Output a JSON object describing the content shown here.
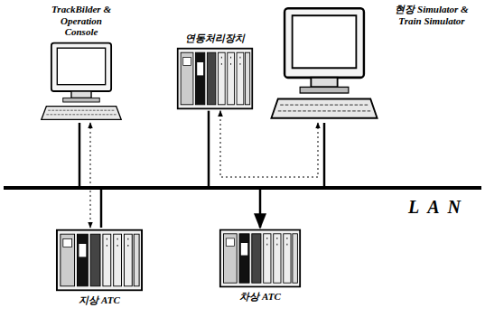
{
  "diagram": {
    "nodes": [
      {
        "text": [
          "TrackBilder & Operation Console"
        ]
      },
      {
        "text": [
          "연동처리장치"
        ]
      },
      {
        "text": [
          "현장 Simulator & Train Simulator"
        ]
      },
      {
        "text": [
          "LAN"
        ]
      },
      {
        "text": [
          "지상 ATC"
        ]
      },
      {
        "text": [
          "차상 ATC"
        ]
      }
    ],
    "edges": [
      {
        "from": 0,
        "to": 3,
        "arrow": "none"
      },
      {
        "from": 1,
        "to": 3,
        "arrow": "none"
      },
      {
        "from": 2,
        "to": 3,
        "arrow": "none"
      },
      {
        "from": 3,
        "to": 4,
        "arrow": "none"
      },
      {
        "from": 3,
        "to": 5,
        "arrow": "to"
      },
      {
        "from": 0,
        "to": 4,
        "arrow": "both"
      },
      {
        "from": 2,
        "to": 1,
        "arrow": "both"
      }
    ]
  }
}
